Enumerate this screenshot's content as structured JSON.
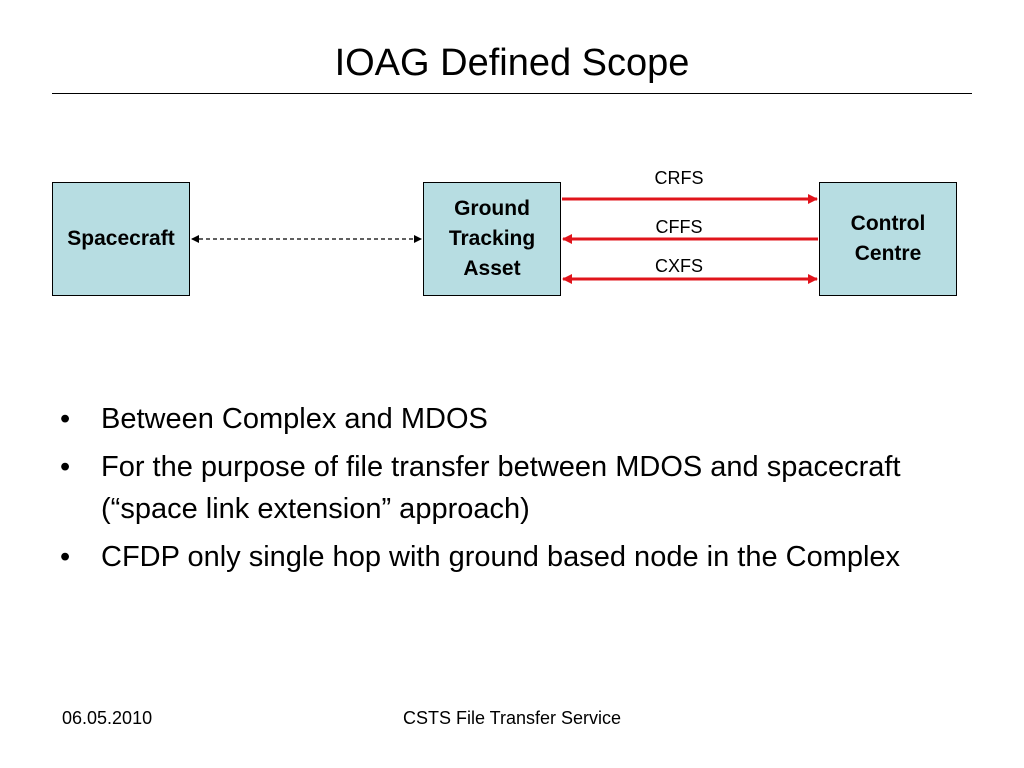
{
  "slide": {
    "title": "IOAG Defined Scope"
  },
  "diagram": {
    "nodes": {
      "spacecraft": "Spacecraft",
      "ground": "Ground\nTracking\nAsset",
      "control": "Control\nCentre"
    },
    "links": {
      "crfs": "CRFS",
      "cffs": "CFFS",
      "cxfs": "CXFS"
    },
    "colors": {
      "box_fill": "#b7dde2",
      "link_red": "#e0141b"
    }
  },
  "bullets": {
    "items": [
      "Between Complex and MDOS",
      "For the purpose of file transfer between MDOS and spacecraft (“space link extension” approach)",
      "CFDP only single hop with ground based node in the Complex"
    ],
    "marker": "•"
  },
  "footer": {
    "date": "06.05.2010",
    "center": "CSTS File Transfer Service"
  }
}
